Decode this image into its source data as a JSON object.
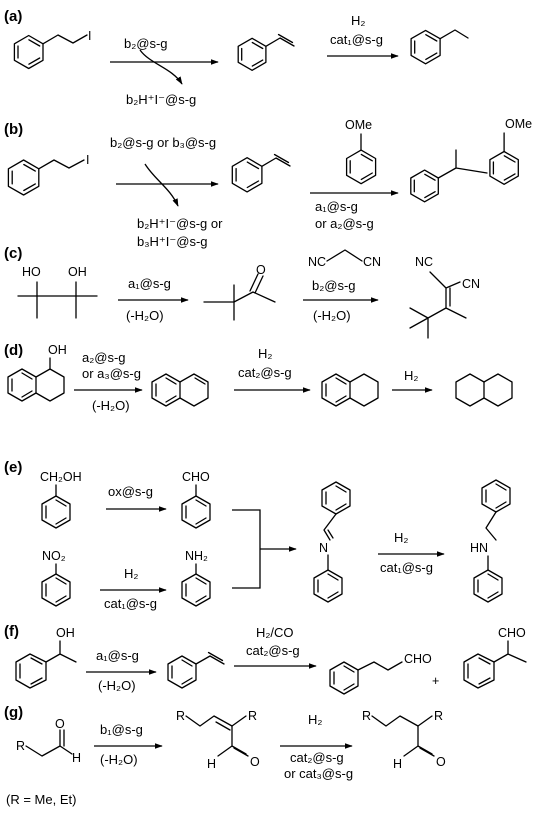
{
  "sections": [
    {
      "label": "(a)",
      "steps": [
        {
          "above": [
            "b₂@s-g"
          ],
          "below": [
            "b₂H⁺I⁻@s-g"
          ]
        },
        {
          "above": [
            "H₂",
            "cat₁@s-g"
          ],
          "below": []
        }
      ],
      "atoms": [
        "I"
      ]
    },
    {
      "label": "(b)",
      "steps": [
        {
          "above": [
            "b₂@s-g or b₃@s-g"
          ],
          "below": [
            "b₂H⁺I⁻@s-g or",
            "b₃H⁺I⁻@s-g"
          ]
        },
        {
          "above": [],
          "below": [
            "a₁@s-g",
            "or a₂@s-g"
          ]
        }
      ],
      "atoms": [
        "I",
        "OMe",
        "OMe"
      ]
    },
    {
      "label": "(c)",
      "steps": [
        {
          "above": [
            "a₁@s-g"
          ],
          "below": [
            "(-H₂O)"
          ]
        },
        {
          "above": [
            "b₂@s-g"
          ],
          "below": [
            "(-H₂O)"
          ]
        }
      ],
      "atoms": [
        "HO",
        "OH",
        "O",
        "NC",
        "CN",
        "NC",
        "CN"
      ]
    },
    {
      "label": "(d)",
      "steps": [
        {
          "above": [
            "a₂@s-g",
            "or a₃@s-g"
          ],
          "below": [
            "(-H₂O)"
          ]
        },
        {
          "above": [
            "H₂",
            "cat₂@s-g"
          ],
          "below": []
        },
        {
          "above": [
            "H₂"
          ],
          "below": []
        }
      ],
      "atoms": [
        "OH"
      ]
    },
    {
      "label": "(e)",
      "steps": [
        {
          "above": [
            "ox@s-g"
          ],
          "below": []
        },
        {
          "above": [
            "H₂"
          ],
          "below": [
            "cat₁@s-g"
          ]
        },
        {
          "above": [],
          "below": []
        },
        {
          "above": [
            "H₂"
          ],
          "below": [
            "cat₁@s-g"
          ]
        }
      ],
      "atoms": [
        "CH₂OH",
        "NO₂",
        "CHO",
        "NH₂",
        "N",
        "HN"
      ]
    },
    {
      "label": "(f)",
      "steps": [
        {
          "above": [
            "a₁@s-g"
          ],
          "below": [
            "(-H₂O)"
          ]
        },
        {
          "above": [
            "H₂/CO",
            "cat₂@s-g"
          ],
          "below": []
        }
      ],
      "atoms": [
        "OH",
        "CHO",
        "+",
        "CHO"
      ]
    },
    {
      "label": "(g)",
      "steps": [
        {
          "above": [
            "b₁@s-g"
          ],
          "below": [
            "(-H₂O)"
          ]
        },
        {
          "above": [
            "H₂"
          ],
          "below": [
            "cat₂@s-g",
            "or cat₃@s-g"
          ]
        }
      ],
      "atoms": [
        "R",
        "O",
        "H",
        "R",
        "R",
        "H",
        "O",
        "R",
        "R",
        "H",
        "O"
      ],
      "note": "(R = Me, Et)"
    }
  ]
}
